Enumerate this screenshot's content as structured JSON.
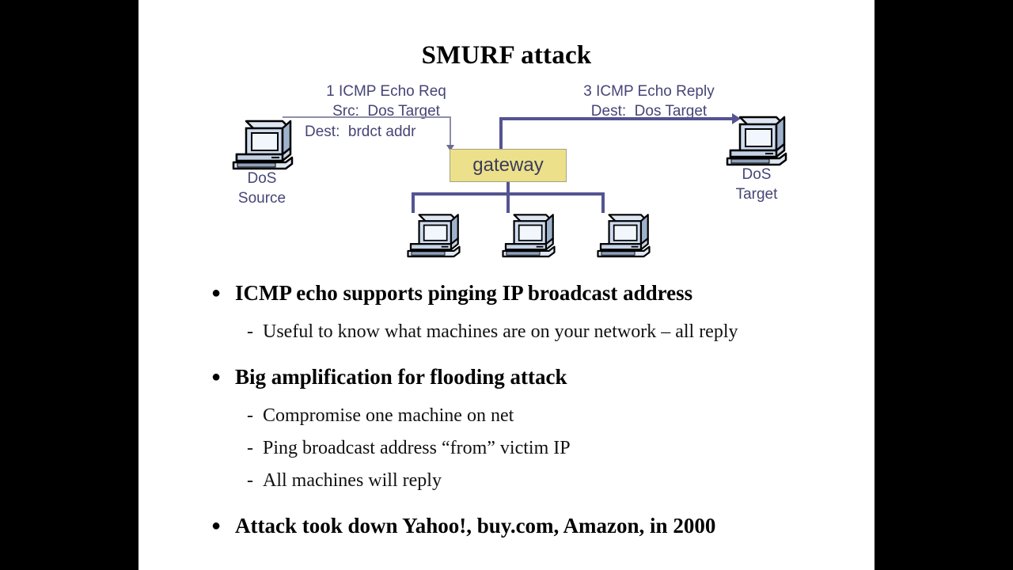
{
  "slide": {
    "title": "SMURF attack",
    "background_color": "#ffffff",
    "letterbox_color": "#000000"
  },
  "diagram": {
    "request_label_line1": "1 ICMP Echo Req",
    "request_label_line2": "Src:  Dos Target",
    "request_label_line3": "Dest:  brdct addr",
    "reply_label_line1": "3 ICMP Echo Reply",
    "reply_label_line2": "Dest:  Dos Target",
    "gateway_label": "gateway",
    "source_label": "DoS\nSource",
    "target_label": "DoS\nTarget",
    "label_color": "#454577",
    "gateway_fill": "#ece08a",
    "gateway_border": "#a8a084",
    "reply_arrow_color": "#545492",
    "request_arrow_color": "#8e8ea8",
    "lan_link_color": "#545492",
    "host_count": 3
  },
  "bullets": [
    {
      "level": 1,
      "marker": "●",
      "text": "ICMP echo supports pinging IP broadcast address"
    },
    {
      "level": 2,
      "marker": "-",
      "text": "Useful to know what machines are on your network – all reply"
    },
    {
      "level": 1,
      "marker": "●",
      "text": "Big amplification for flooding attack"
    },
    {
      "level": 2,
      "marker": "-",
      "text": "Compromise one machine on net"
    },
    {
      "level": 2,
      "marker": "-",
      "text": "Ping broadcast address “from” victim IP"
    },
    {
      "level": 2,
      "marker": "-",
      "text": "All machines will reply"
    },
    {
      "level": 1,
      "marker": "●",
      "text": "Attack took down Yahoo!, buy.com, Amazon, in 2000"
    }
  ]
}
